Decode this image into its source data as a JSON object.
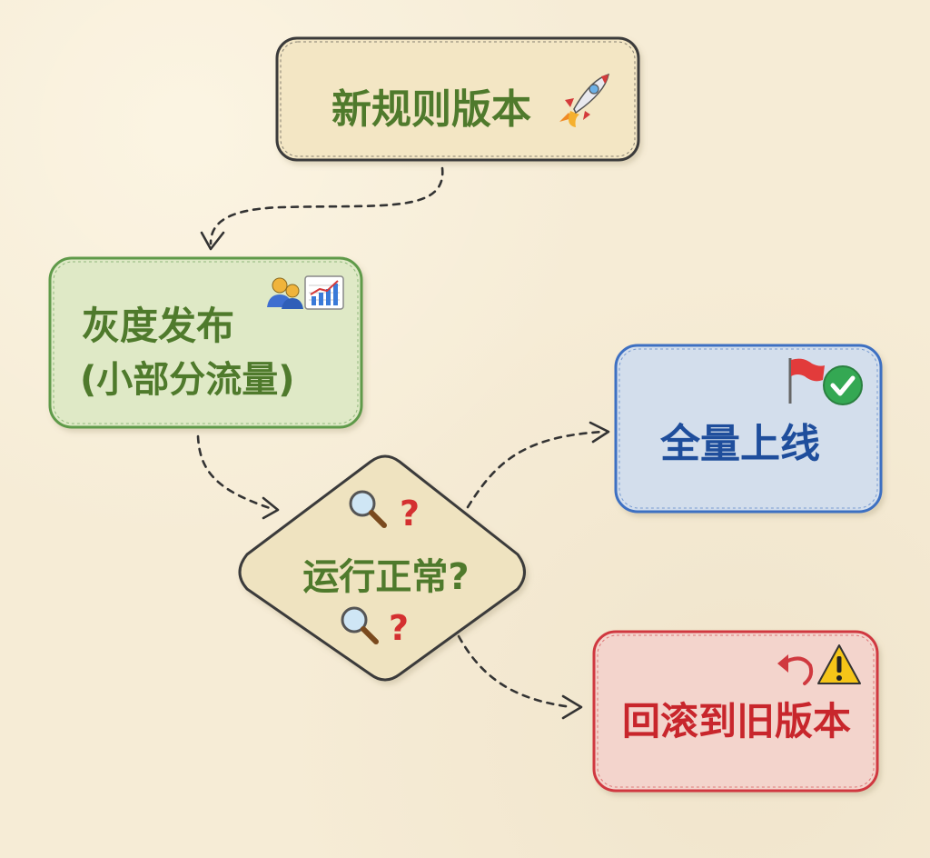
{
  "nodes": {
    "new_rule": {
      "label": "新规则版本",
      "icon": "rocket-icon",
      "border": "#3a3a3a",
      "fill": "#f3e6c4",
      "text": "#4f7a2c"
    },
    "gray_release": {
      "line1": "灰度发布",
      "line2": "(小部分流量)",
      "icons": [
        "users-icon",
        "chart-icon"
      ],
      "border": "#5e9a4a",
      "fill": "#dfe9c6",
      "text": "#4f7a2c"
    },
    "decision": {
      "label": "运行正常?",
      "icons": [
        "magnifier-icon",
        "question-icon"
      ],
      "border": "#3a3a3a",
      "fill": "#efe3c0",
      "text": "#4f7a2c"
    },
    "full_launch": {
      "label": "全量上线",
      "icons": [
        "red-flag-icon",
        "check-icon"
      ],
      "border": "#3e6fc2",
      "fill": "#d3deec",
      "text": "#1f4e9c"
    },
    "rollback": {
      "label": "回滚到旧版本",
      "icons": [
        "undo-arrow-icon",
        "warning-icon"
      ],
      "border": "#d0393f",
      "fill": "#f3d4cc",
      "text": "#c8262c"
    }
  }
}
